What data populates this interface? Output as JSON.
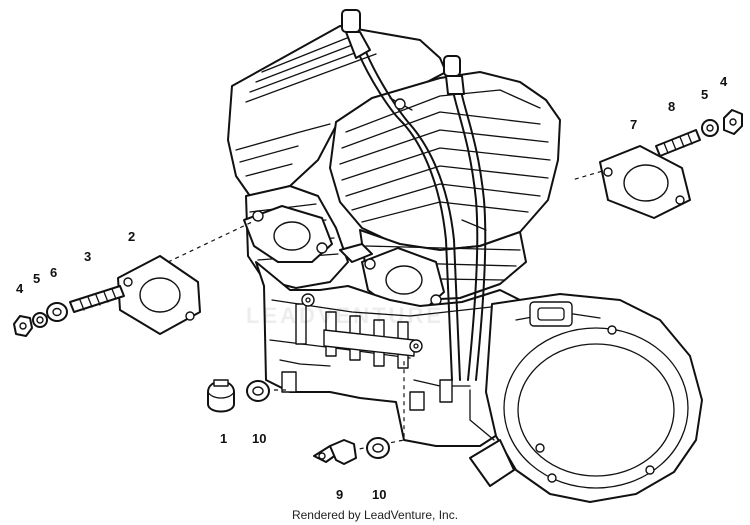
{
  "diagram": {
    "callouts": [
      {
        "id": "c4a",
        "label": "4"
      },
      {
        "id": "c5a",
        "label": "5"
      },
      {
        "id": "c6",
        "label": "6"
      },
      {
        "id": "c3",
        "label": "3"
      },
      {
        "id": "c2",
        "label": "2"
      },
      {
        "id": "c1",
        "label": "1"
      },
      {
        "id": "c10a",
        "label": "10"
      },
      {
        "id": "c9",
        "label": "9"
      },
      {
        "id": "c10b",
        "label": "10"
      },
      {
        "id": "c7",
        "label": "7"
      },
      {
        "id": "c8",
        "label": "8"
      },
      {
        "id": "c5b",
        "label": "5"
      },
      {
        "id": "c4b",
        "label": "4"
      }
    ],
    "watermark": "LEADVENTURE",
    "credit": "Rendered by LeadVenture, Inc."
  }
}
